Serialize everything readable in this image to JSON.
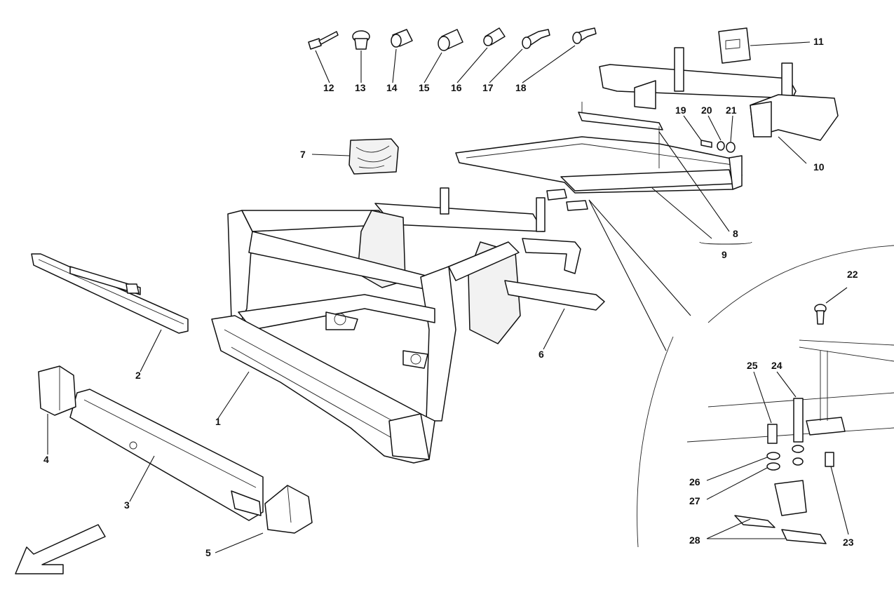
{
  "callouts": [
    {
      "id": "1",
      "label": "1"
    },
    {
      "id": "2",
      "label": "2"
    },
    {
      "id": "3",
      "label": "3"
    },
    {
      "id": "4",
      "label": "4"
    },
    {
      "id": "5",
      "label": "5"
    },
    {
      "id": "6",
      "label": "6"
    },
    {
      "id": "7",
      "label": "7"
    },
    {
      "id": "8",
      "label": "8"
    },
    {
      "id": "9",
      "label": "9"
    },
    {
      "id": "10",
      "label": "10"
    },
    {
      "id": "11",
      "label": "11"
    },
    {
      "id": "12",
      "label": "12"
    },
    {
      "id": "13",
      "label": "13"
    },
    {
      "id": "14",
      "label": "14"
    },
    {
      "id": "15",
      "label": "15"
    },
    {
      "id": "16",
      "label": "16"
    },
    {
      "id": "17",
      "label": "17"
    },
    {
      "id": "18",
      "label": "18"
    },
    {
      "id": "19",
      "label": "19"
    },
    {
      "id": "20",
      "label": "20"
    },
    {
      "id": "21",
      "label": "21"
    },
    {
      "id": "22",
      "label": "22"
    },
    {
      "id": "23",
      "label": "23"
    },
    {
      "id": "24",
      "label": "24"
    },
    {
      "id": "25",
      "label": "25"
    },
    {
      "id": "26",
      "label": "26"
    },
    {
      "id": "27",
      "label": "27"
    },
    {
      "id": "28",
      "label": "28"
    }
  ],
  "icons": {
    "direction_arrow": "front-direction-arrow-icon"
  },
  "colors": {
    "line": "#111111",
    "background": "#ffffff"
  }
}
